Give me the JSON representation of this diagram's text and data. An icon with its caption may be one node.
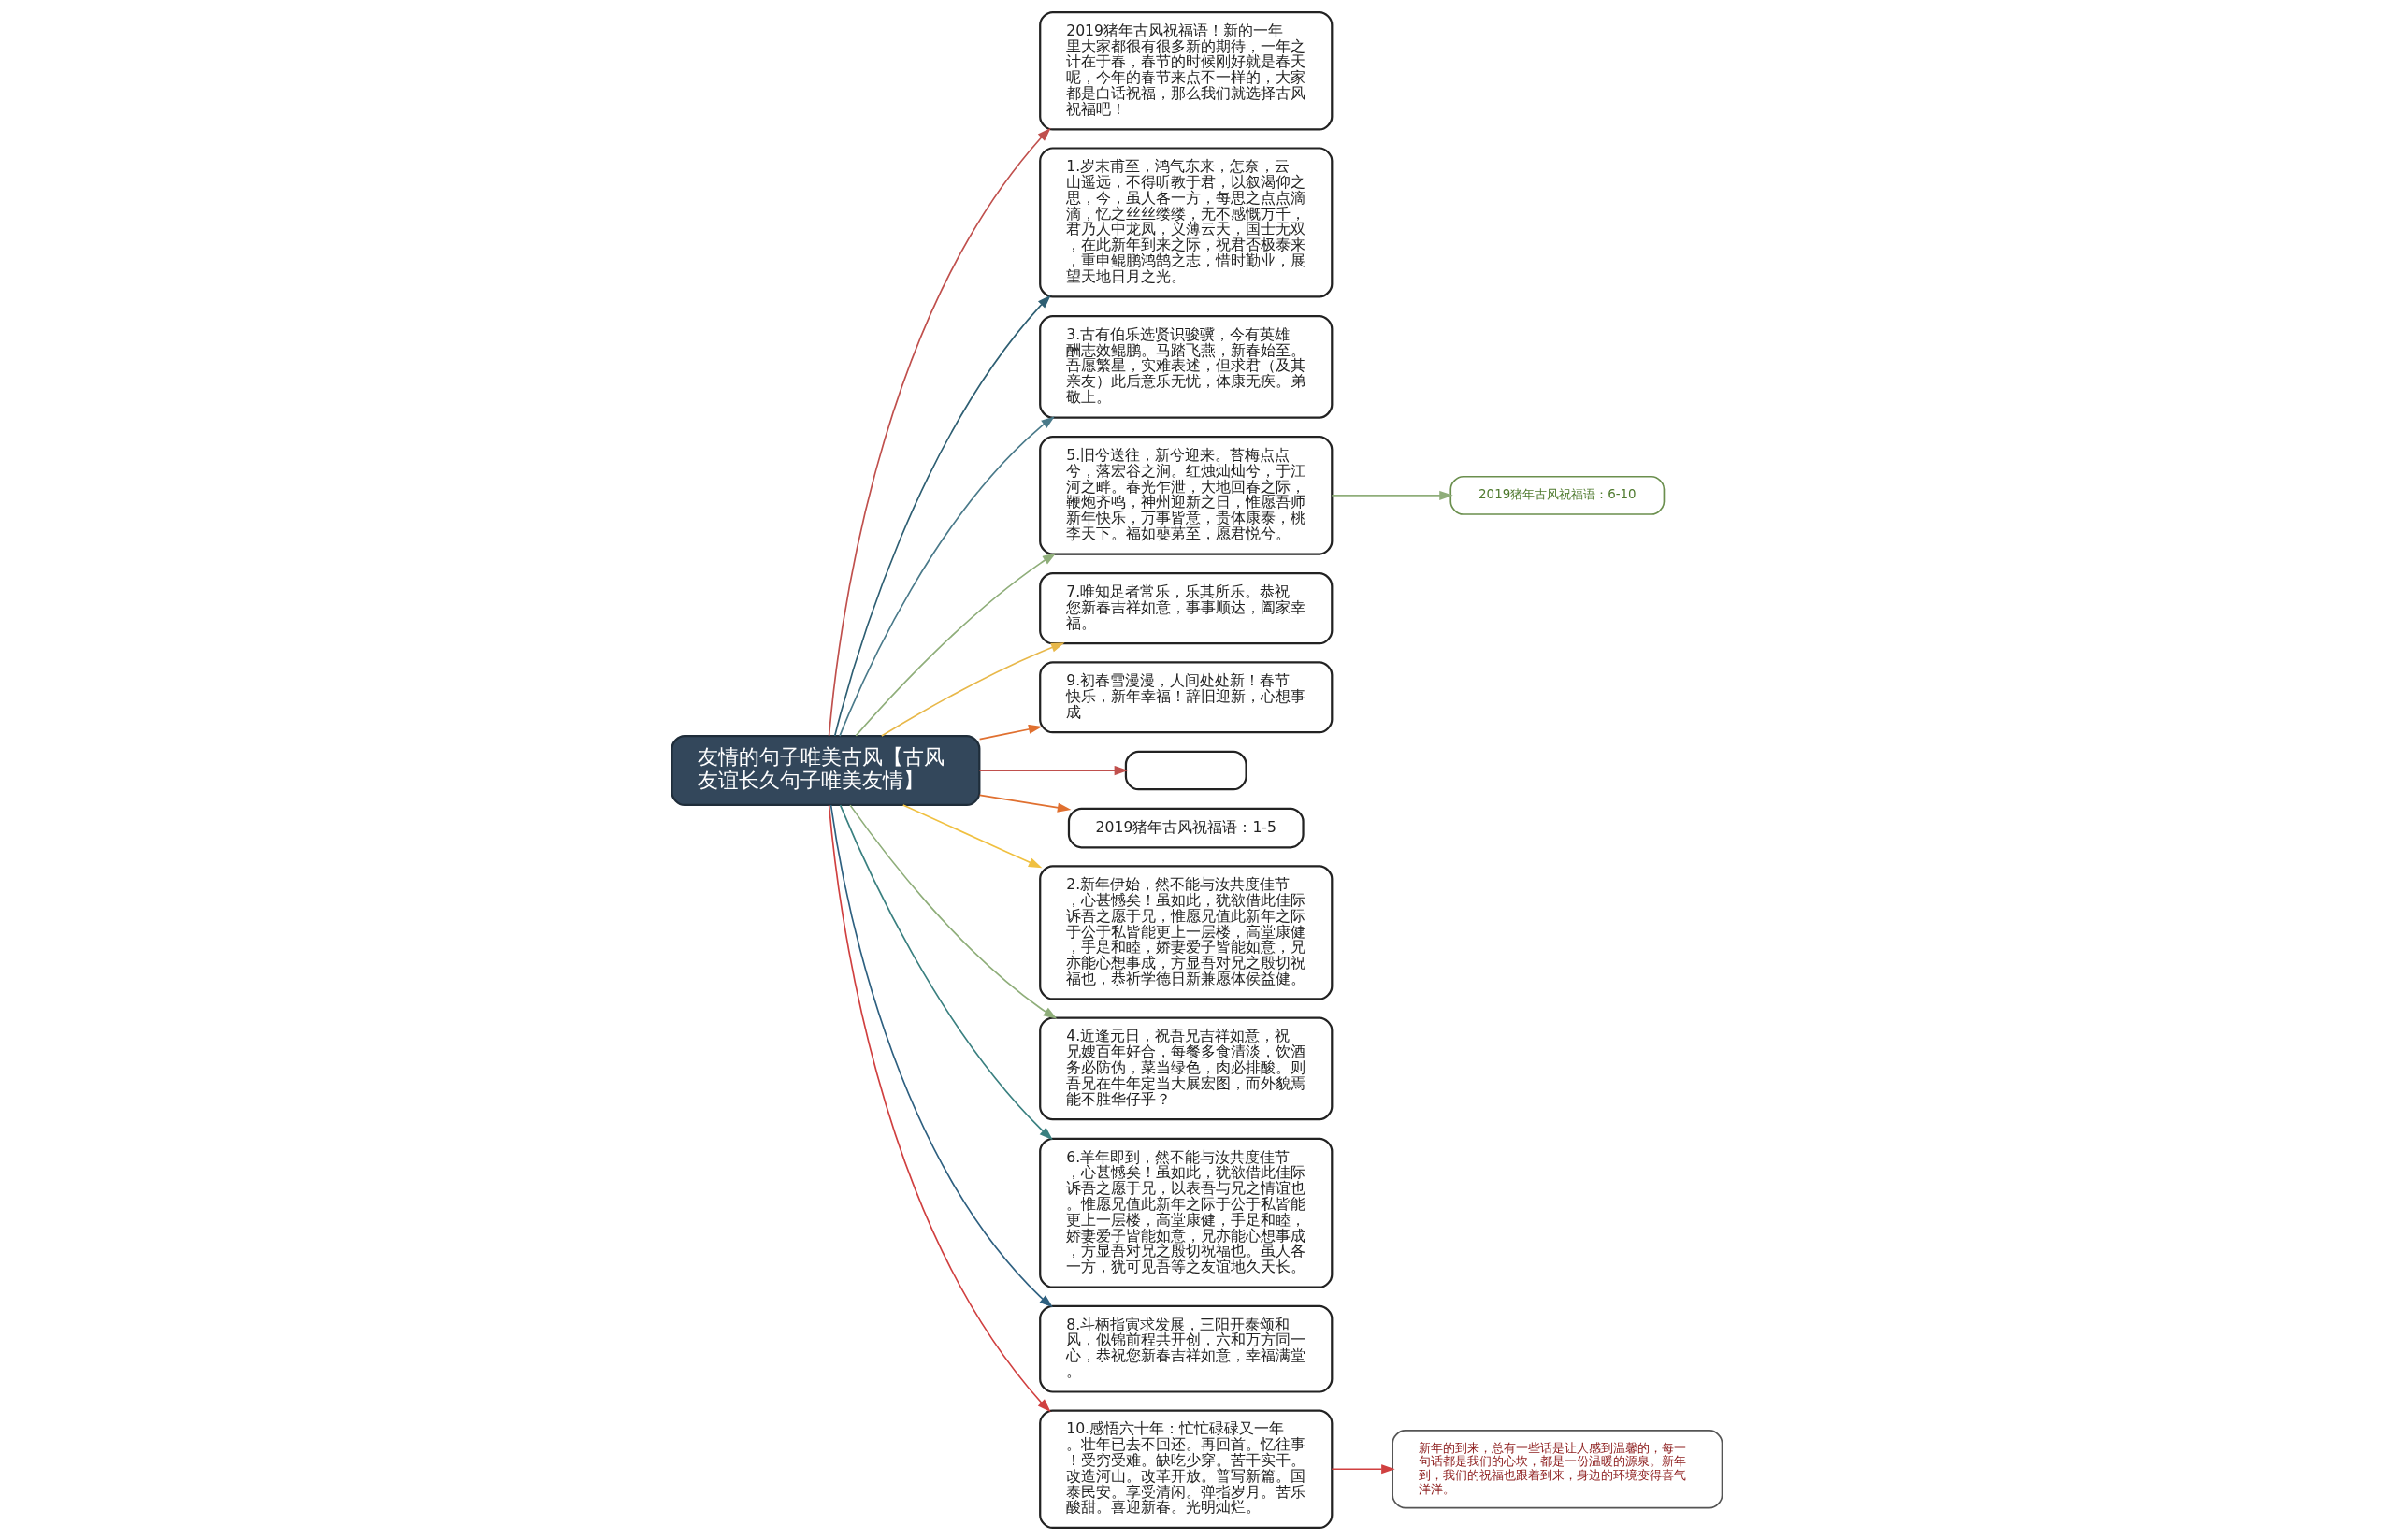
{
  "diagram": {
    "nodes": [
      {
        "text": [
          "友情的句子唯美古风【古风友谊长久句子唯美友情】"
        ]
      },
      {
        "text": [
          "2019猪年古风祝福语！新的一年里大家都很有很多新的期待，一年之计在于春，春节的时候刚好就是春天呢，今年的春节来点不一样的，大家都是白话祝福，那么我们就选择古风祝福吧！"
        ]
      },
      {
        "text": [
          "1.岁末甫至，鸿气东来，怎奈，云山遥远，不得听教于君，以叙渴仰之思，今，虽人各一方，每思之点点滴滴，忆之丝丝缕缕，无不感慨万千，君乃人中龙凤，义薄云天，国士无双，在此新年到来之际，祝君否极泰来，重申鲲鹏鸿鹄之志，惜时勤业，展望天地日月之光。"
        ]
      },
      {
        "text": [
          "3.古有伯乐选贤识骏骥，今有英雄酬志效鲲鹏。马踏飞燕，新春始至。吾愿繁星，实难表述，但求君（及其亲友）此后意乐无忧，体康无疾。弟敬上。"
        ]
      },
      {
        "text": [
          "5.旧兮送往，新兮迎来。苔梅点点兮，落宏谷之涧。红烛灿灿兮，于江河之畔。春光乍泄，大地回春之际，鞭炮齐鸣，神州迎新之日，惟愿吾师新年快乐，万事皆意，贵体康泰，桃李天下。福如蘡苐至，愿君悦兮。"
        ]
      },
      {
        "text": [
          "2019猪年古风祝福语：6-10"
        ]
      },
      {
        "text": [
          "7.唯知足者常乐，乐其所乐。恭祝您新春吉祥如意，事事顺达，阖家幸福。"
        ]
      },
      {
        "text": [
          "9.初春雪漫漫，人间处处新！春节快乐，新年幸福！辞旧迎新，心想事成"
        ]
      },
      {
        "text": [],
        "shape": "box"
      },
      {
        "text": [
          "2019猪年古风祝福语：1-5"
        ]
      },
      {
        "text": [
          "2.新年伊始，然不能与汝共度佳节，心甚憾矣！虽如此，犹欲借此佳际诉吾之愿于兄，惟愿兄值此新年之际于公于私皆能更上一层楼，高堂康健，手足和睦，娇妻爱子皆能如意，兄亦能心想事成，方显吾对兄之殷切祝福也，恭祈学德日新兼愿体侯益健。"
        ]
      },
      {
        "text": [
          "4.近逢元日，祝吾兄吉祥如意，祝兄嫂百年好合，每餐多食清淡，饮酒务必防伪，菜当绿色，肉必排酸。则吾兄在牛年定当大展宏图，而外貌焉能不胜华仔乎？"
        ]
      },
      {
        "text": [
          "6.羊年即到，然不能与汝共度佳节，心甚憾矣！虽如此，犹欲借此佳际诉吾之愿于兄，以表吾与兄之情谊也。惟愿兄值此新年之际于公于私皆能更上一层楼，高堂康健，手足和睦，娇妻爱子皆能如意，兄亦能心想事成，方显吾对兄之殷切祝福也。虽人各一方，犹可见吾等之友谊地久天长。"
        ]
      },
      {
        "text": [
          "8.斗柄指寅求发展，三阳开泰颂和风，似锦前程共开创，六和万方同一心，恭祝您新春吉祥如意，幸福满堂。"
        ]
      },
      {
        "text": [
          "10.感悟六十年：忙忙碌碌又一年。壮年已去不回还。再回首。忆往事！受穷受难。缺吃少穿。苦干实干。改造河山。改革开放。普写新篇。国泰民安。享受清闲。弹指岁月。苦乐酸甜。喜迎新春。光明灿烂。"
        ]
      },
      {
        "text": [
          "新年的到来，总有一些话是让人感到温馨的，每一句话都是我们的心坎，都是一份温暖的源泉。新年到，我们的祝福也跟着到来，身边的环境变得喜气洋洋。"
        ]
      }
    ],
    "edges": [
      {
        "from": 0,
        "to": 1,
        "arrow": "to",
        "color": "#c0504d"
      },
      {
        "from": 0,
        "to": 2,
        "arrow": "to",
        "color": "#2e5f73"
      },
      {
        "from": 0,
        "to": 3,
        "arrow": "to",
        "color": "#4a7a8a"
      },
      {
        "from": 0,
        "to": 4,
        "arrow": "to",
        "color": "#8fae7a"
      },
      {
        "from": 4,
        "to": 5,
        "arrow": "to",
        "color": "#8fae7a"
      },
      {
        "from": 0,
        "to": 6,
        "arrow": "to",
        "color": "#e8b84a"
      },
      {
        "from": 0,
        "to": 7,
        "arrow": "to",
        "color": "#e07030"
      },
      {
        "from": 0,
        "to": 8,
        "arrow": "to",
        "color": "#c0504d"
      },
      {
        "from": 0,
        "to": 9,
        "arrow": "to",
        "color": "#e07030"
      },
      {
        "from": 0,
        "to": 10,
        "arrow": "to",
        "color": "#f0c040"
      },
      {
        "from": 0,
        "to": 11,
        "arrow": "to",
        "color": "#8fae7a"
      },
      {
        "from": 0,
        "to": 12,
        "arrow": "to",
        "color": "#3a8080"
      },
      {
        "from": 0,
        "to": 13,
        "arrow": "to",
        "color": "#2e6080"
      },
      {
        "from": 0,
        "to": 14,
        "arrow": "to",
        "color": "#d04040"
      },
      {
        "from": 14,
        "to": 15,
        "arrow": "to",
        "color": "#d04040"
      }
    ]
  }
}
